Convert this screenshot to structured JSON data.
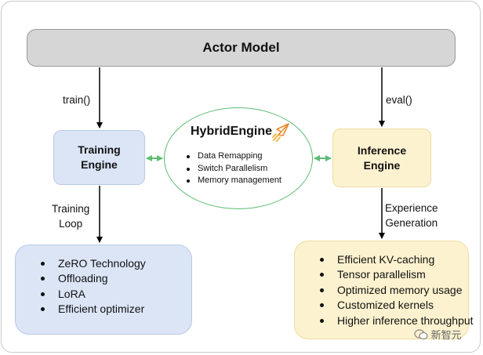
{
  "actor_model": "Actor Model",
  "training_engine": {
    "line1": "Training",
    "line2": "Engine"
  },
  "inference_engine": {
    "line1": "Inference",
    "line2": "Engine"
  },
  "train_call": "train()",
  "eval_call": "eval()",
  "training_loop": {
    "line1": "Training",
    "line2": "Loop"
  },
  "experience_generation": {
    "line1": "Experience",
    "line2": "Generation"
  },
  "hybrid_engine": {
    "title": "HybridEngine",
    "items": [
      "Data Remapping",
      "Switch Parallelism",
      "Memory management"
    ]
  },
  "training_features": [
    "ZeRO Technology",
    "Offloading",
    "LoRA",
    "Efficient optimizer"
  ],
  "inference_features": [
    "Efficient KV-caching",
    "Tensor parallelism",
    "Optimized memory usage",
    "Customized kernels",
    "Higher inference throughput"
  ],
  "watermark": "新智元",
  "colors": {
    "actor_fill": "#d6d6d6",
    "training_fill": "#dbe5f6",
    "inference_fill": "#fdf2cf",
    "hybrid_border": "#5ebc74",
    "double_arrow": "#5ebc74",
    "arrow": "#000000"
  }
}
